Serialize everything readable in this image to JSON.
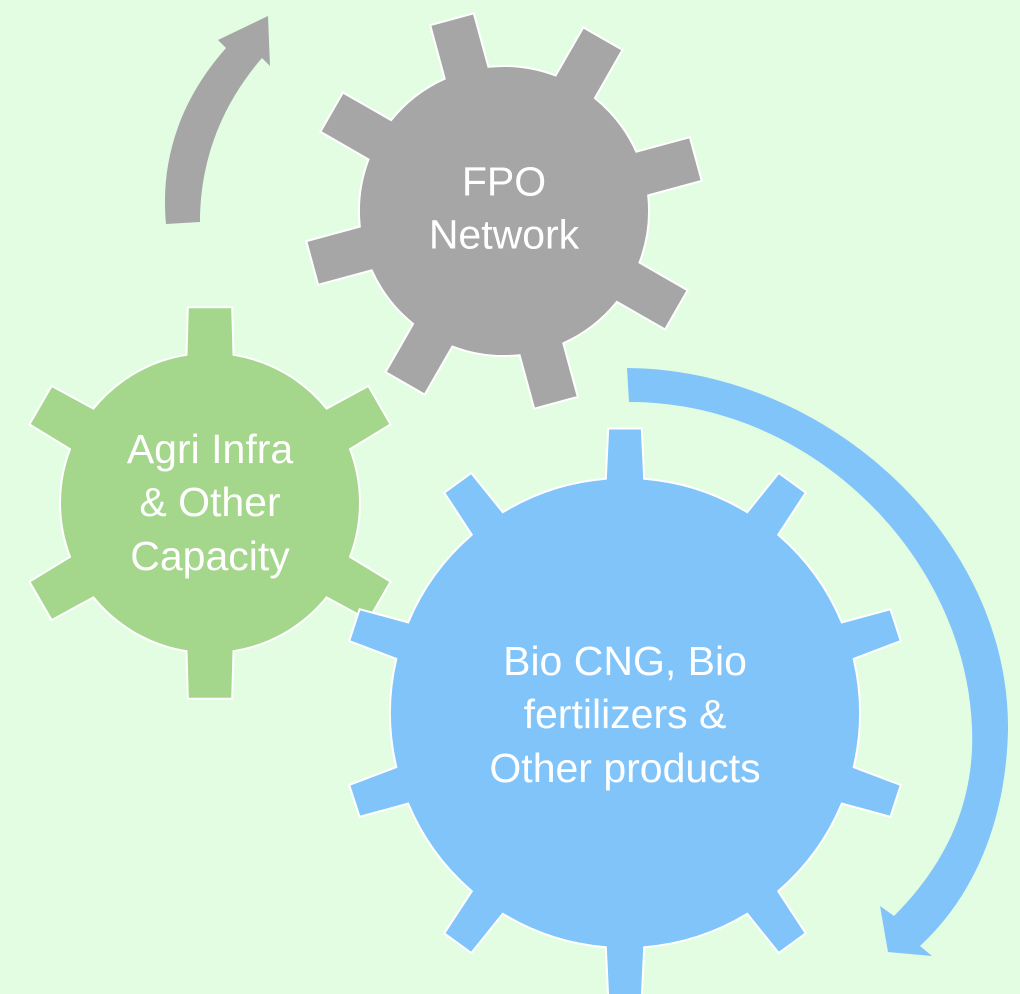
{
  "diagram": {
    "background_color": "#e3fde3",
    "gears": [
      {
        "id": "fpo",
        "label": "FPO\nNetwork",
        "color": "#a6a6a6",
        "teeth": 8
      },
      {
        "id": "agri",
        "label": "Agri Infra\n& Other\nCapacity",
        "color": "#a4d68c",
        "teeth": 6
      },
      {
        "id": "bio",
        "label": "Bio CNG, Bio\nfertilizers &\nOther products",
        "color": "#80c4fa",
        "teeth": 10
      }
    ],
    "arrows": [
      {
        "id": "fpo-arrow",
        "color": "#a6a6a6",
        "direction": "clockwise"
      },
      {
        "id": "bio-arrow",
        "color": "#80c4fa",
        "direction": "clockwise"
      }
    ]
  }
}
